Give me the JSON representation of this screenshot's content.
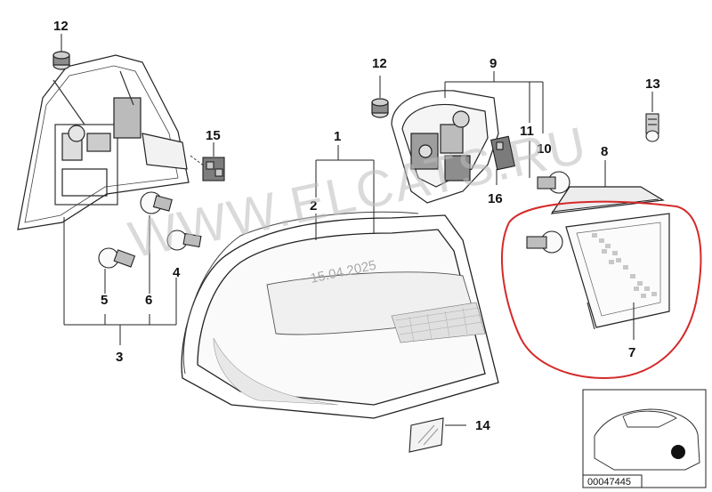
{
  "watermark": "WWW.ELCATS.RU",
  "date_stamp": "15.04.2025",
  "reference_number": "00047445",
  "accent_color": "#d42a2a",
  "part_labels": {
    "p1": "1",
    "p2": "2",
    "p3": "3",
    "p4": "4",
    "p5": "5",
    "p6": "6",
    "p7": "7",
    "p8": "8",
    "p9": "9",
    "p10": "10",
    "p11": "11",
    "p12a": "12",
    "p12b": "12",
    "p13": "13",
    "p14": "14",
    "p15": "15",
    "p16": "16"
  }
}
